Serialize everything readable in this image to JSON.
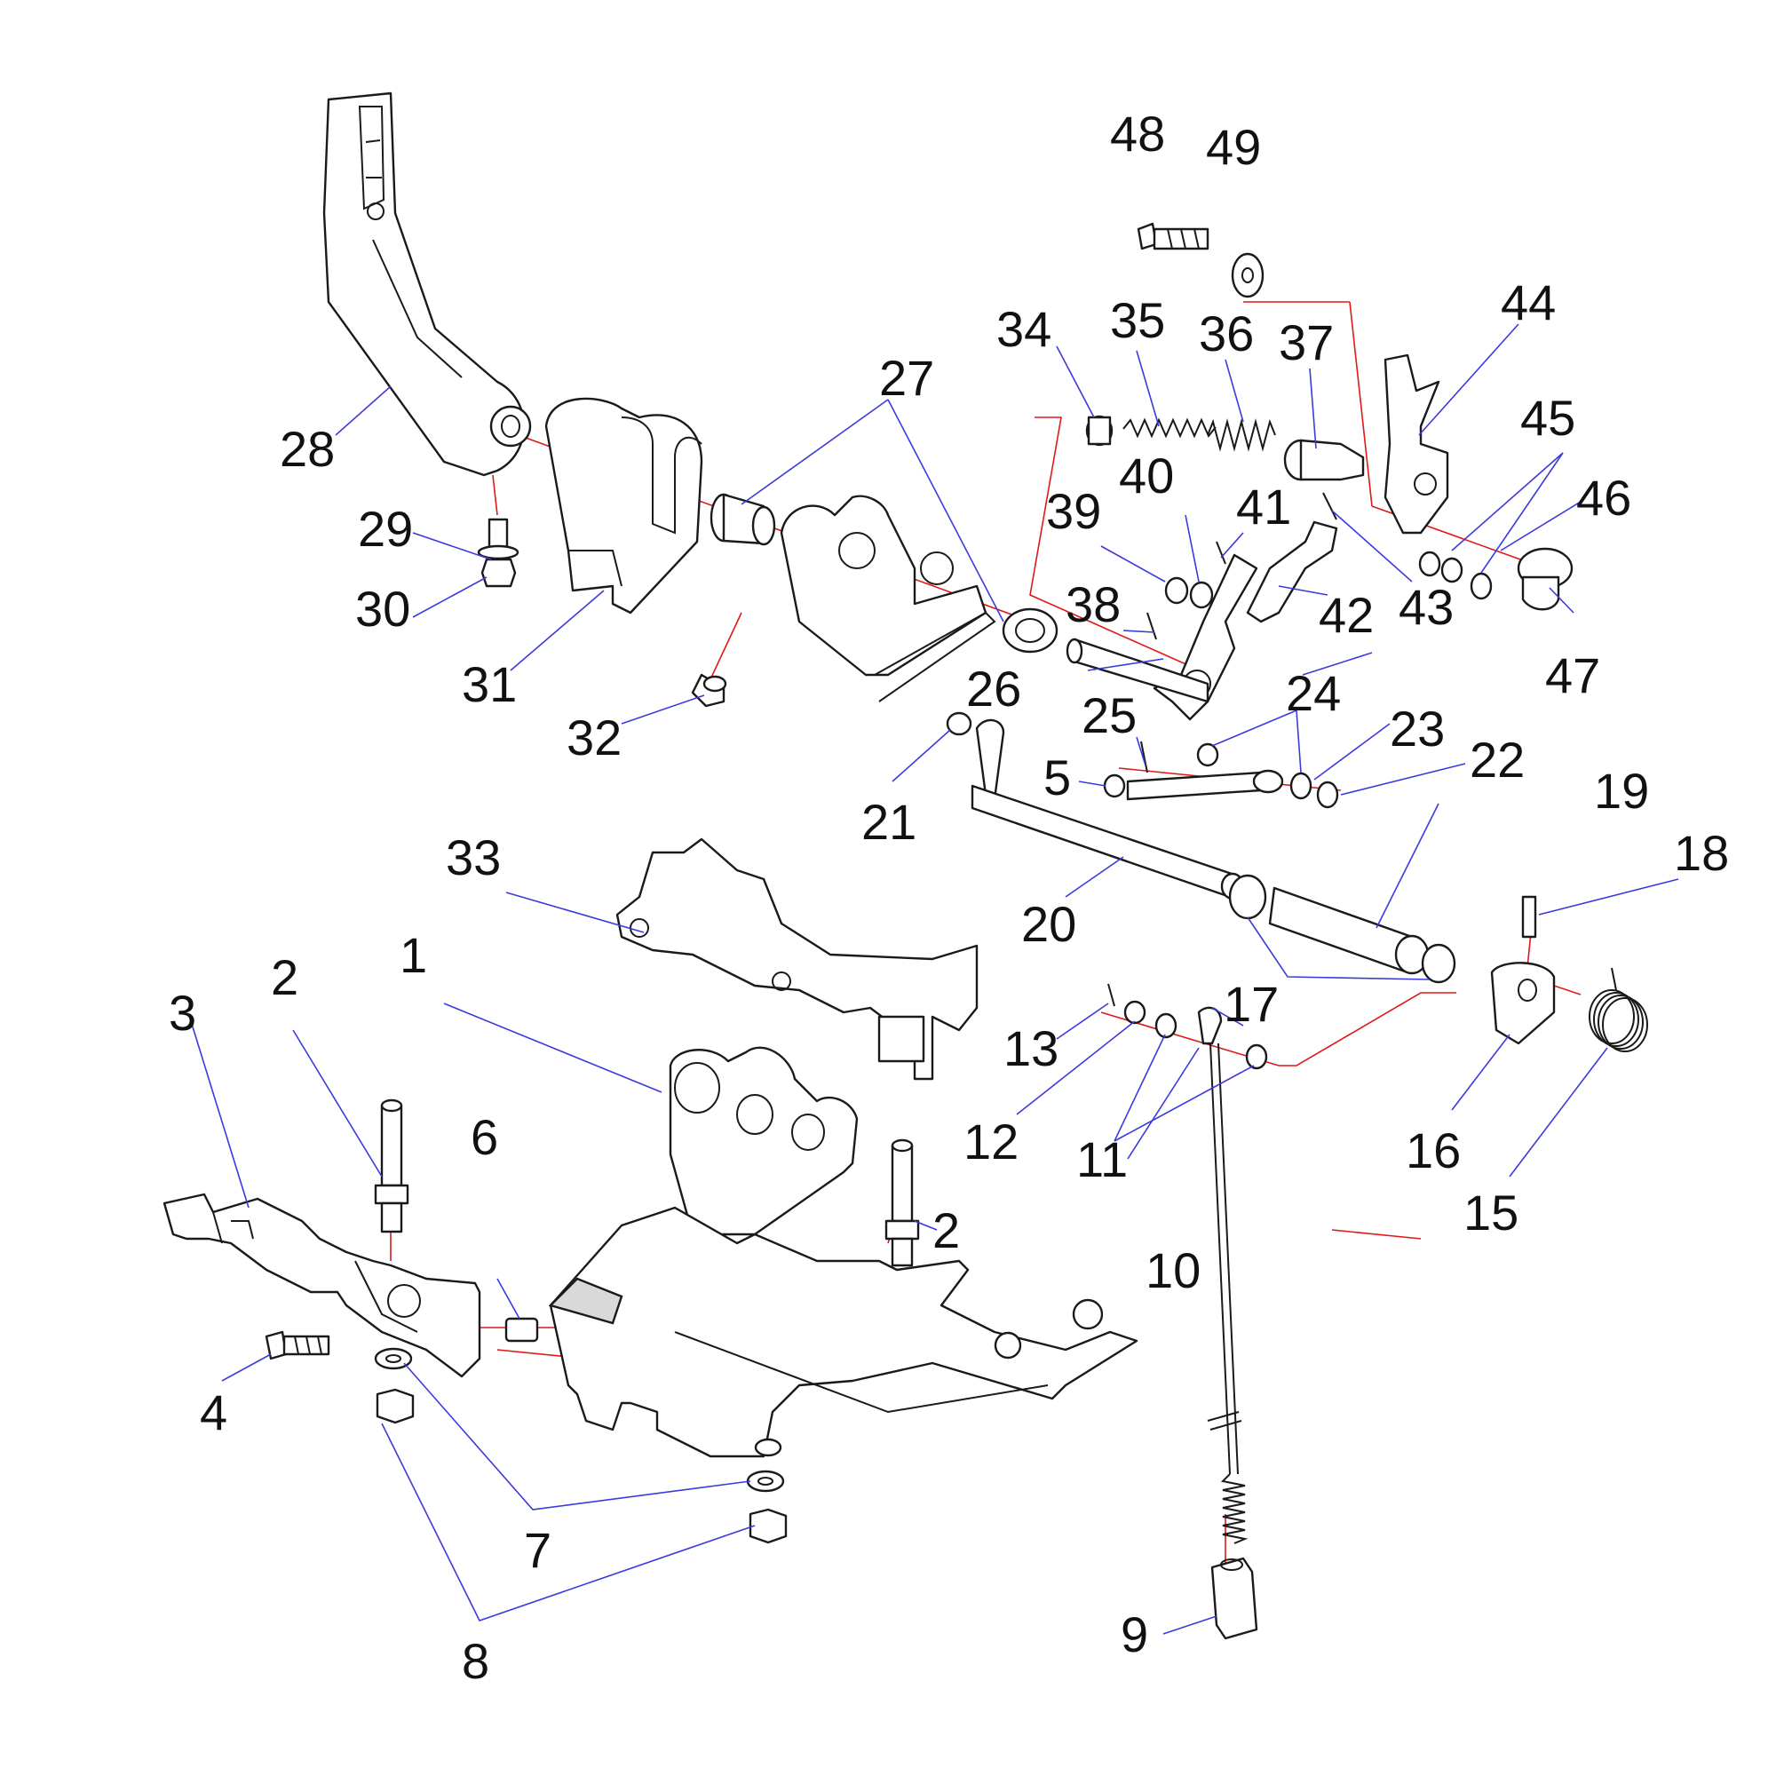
{
  "diagram": {
    "callouts": [
      "1",
      "2",
      "2",
      "3",
      "4",
      "5",
      "6",
      "7",
      "8",
      "9",
      "10",
      "11",
      "12",
      "13",
      "15",
      "16",
      "17",
      "18",
      "19",
      "20",
      "21",
      "22",
      "23",
      "24",
      "25",
      "26",
      "27",
      "28",
      "29",
      "30",
      "31",
      "32",
      "33",
      "34",
      "35",
      "36",
      "37",
      "38",
      "39",
      "40",
      "41",
      "42",
      "43",
      "44",
      "45",
      "46",
      "47",
      "48",
      "49"
    ],
    "colors": {
      "leader": "#3a3adf",
      "axis": "#e01818",
      "linework": "#1a1a1a"
    }
  }
}
